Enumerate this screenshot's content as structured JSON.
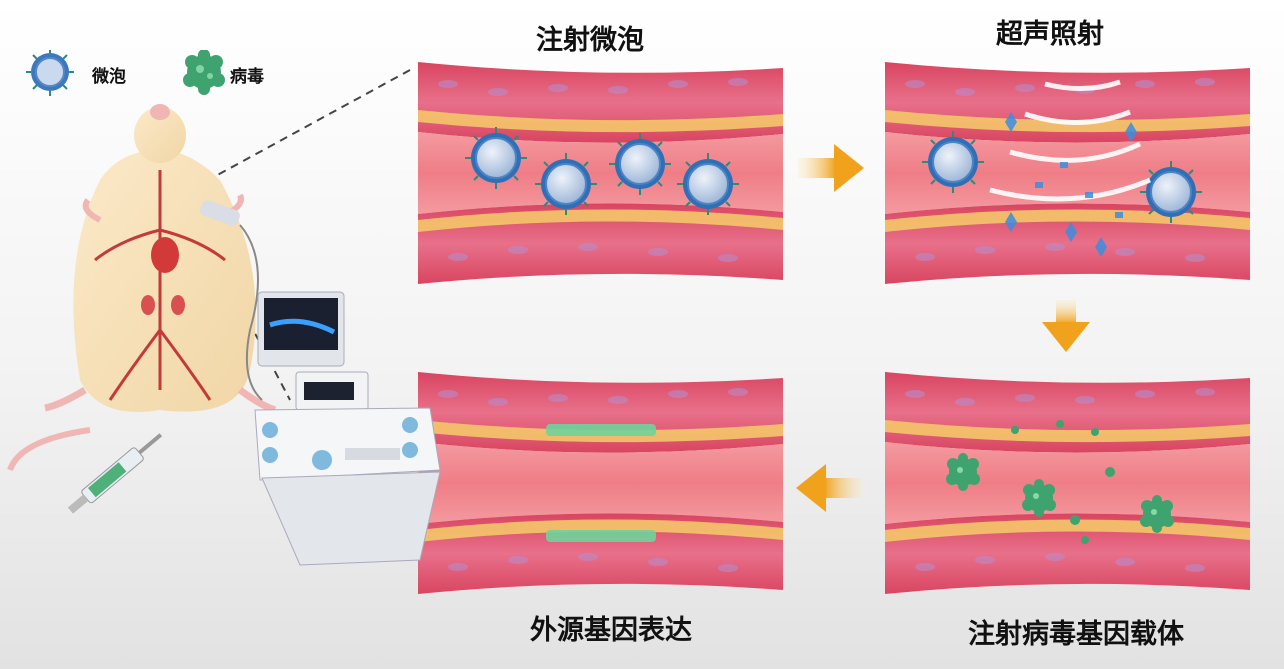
{
  "legend": {
    "microbubble_label": "微泡",
    "virus_label": "病毒"
  },
  "steps": {
    "inject_microbubbles": "注射微泡",
    "ultrasound_irradiation": "超声照射",
    "inject_viral_vector": "注射病毒基因载体",
    "exogenous_gene_expression": "外源基因表达"
  },
  "colors": {
    "vessel_wall": "#e0546a",
    "vessel_lumen": "#f07f88",
    "arrow": "#f0a21c",
    "microbubble": "#9ab3d6",
    "virus": "#3fa36f"
  }
}
